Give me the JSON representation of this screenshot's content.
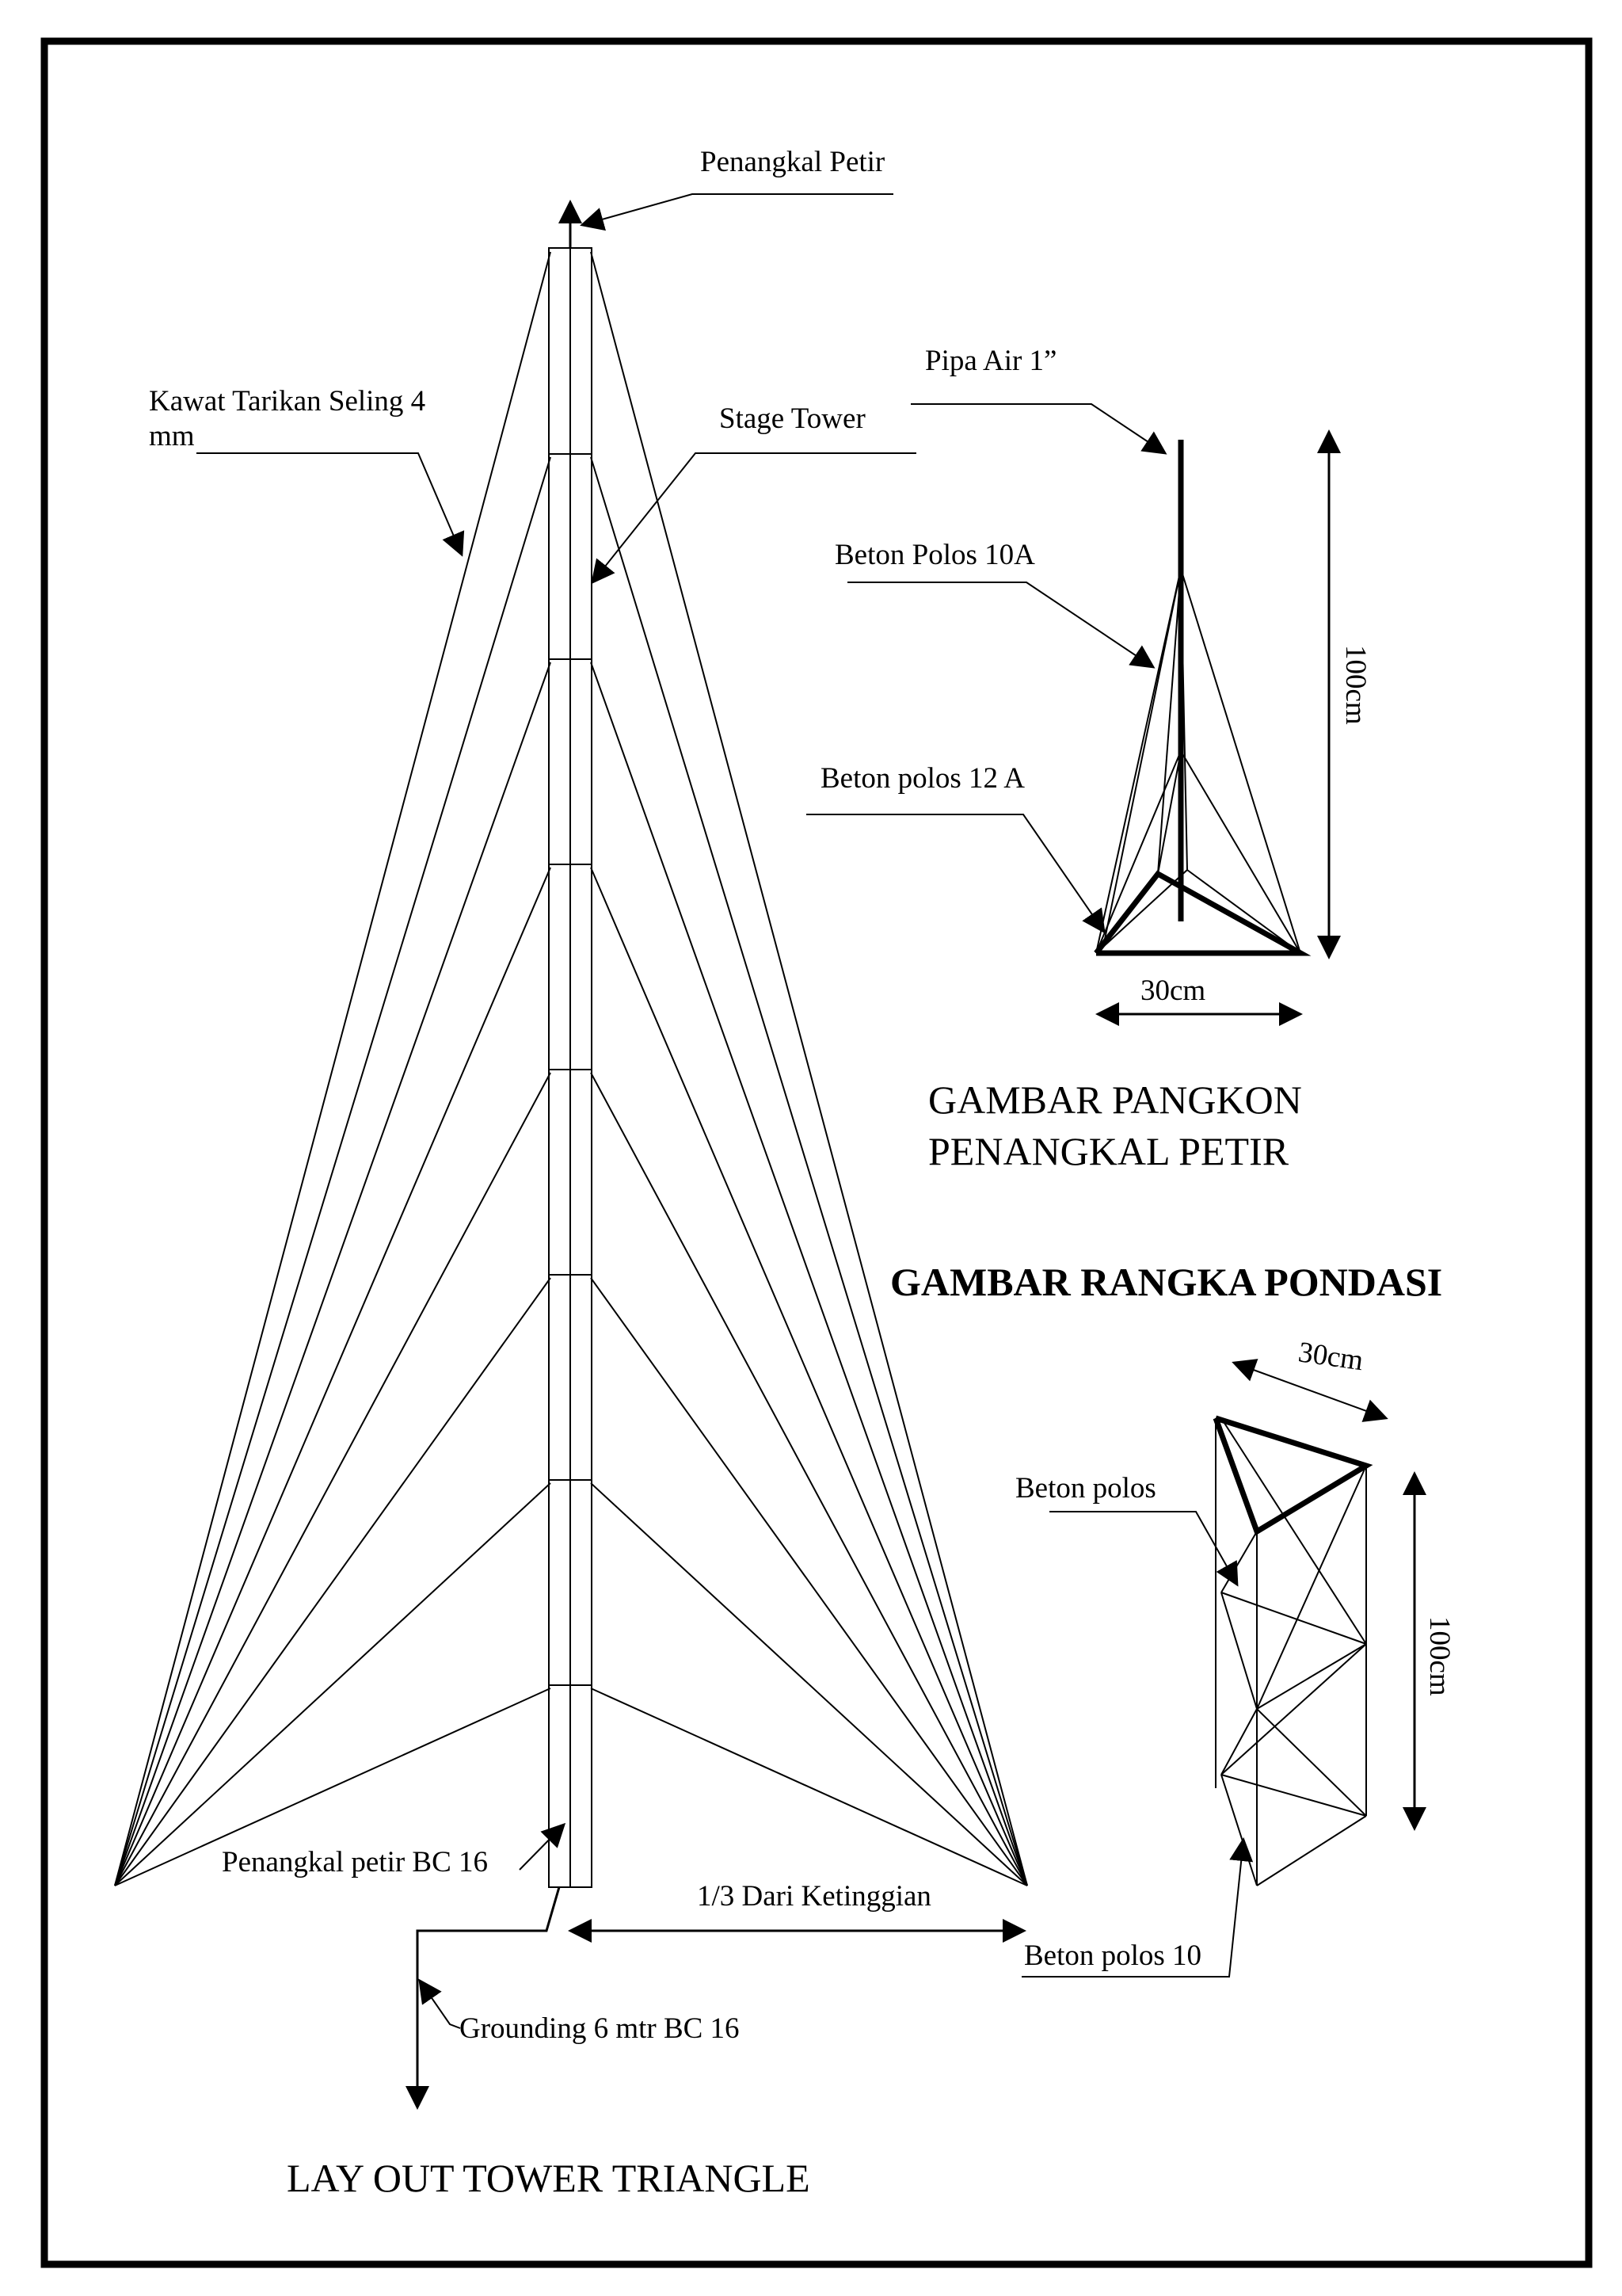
{
  "labels": {
    "penangkal_petir": "Penangkal Petir",
    "kawat_line1": "Kawat Tarikan Seling 4",
    "kawat_line2": "mm",
    "stage_tower": "Stage Tower",
    "penangkal_bc16": "Penangkal petir BC 16",
    "sepertiga": "1/3 Dari Ketinggian",
    "grounding": "Grounding 6 mtr BC 16",
    "pipa_air": "Pipa Air 1”",
    "beton_10a": "Beton Polos 10A",
    "beton_12a": "Beton polos 12 A",
    "beton_polos": "Beton polos",
    "beton_10": "Beton polos 10"
  },
  "dimensions": {
    "pangkon_height": "100cm",
    "pangkon_width": "30cm",
    "rangka_width": "30cm",
    "rangka_height": "100cm"
  },
  "titles": {
    "pangkon_line1": "GAMBAR PANGKON",
    "pangkon_line2": "PENANGKAL PETIR",
    "rangka_pondasi": "GAMBAR RANGKA PONDASI",
    "layout_tower": "LAY OUT TOWER TRIANGLE"
  }
}
